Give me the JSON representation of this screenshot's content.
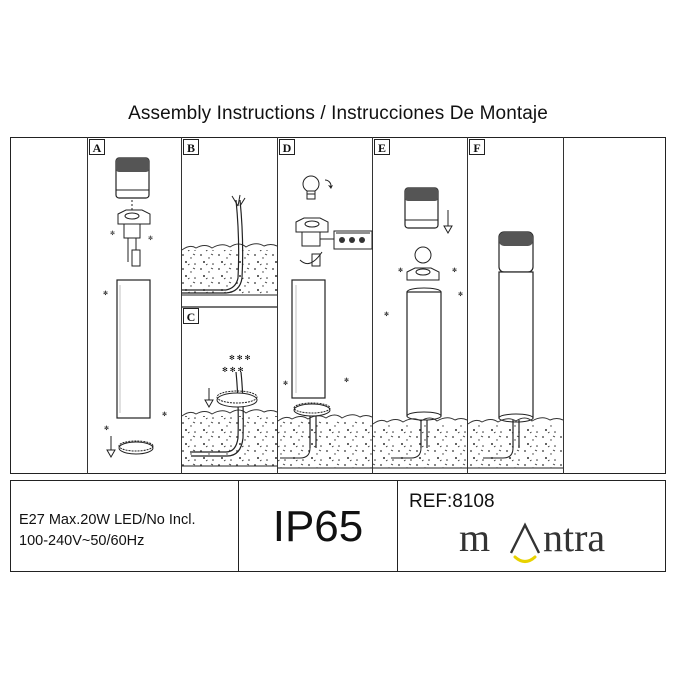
{
  "header": {
    "title": "Assembly Instructions / Instrucciones De Montaje"
  },
  "steps": [
    {
      "label": "A",
      "icon": "assembly-step-a-icon"
    },
    {
      "label": "B",
      "icon": "assembly-step-b-icon"
    },
    {
      "label": "C",
      "icon": "assembly-step-c-icon"
    },
    {
      "label": "D",
      "icon": "assembly-step-d-icon"
    },
    {
      "label": "E",
      "icon": "assembly-step-e-icon"
    },
    {
      "label": "F",
      "icon": "assembly-step-f-icon"
    }
  ],
  "specs": {
    "line1": "E27 Max.20W LED/No Incl.",
    "line2": "100-240V~50/60Hz"
  },
  "rating": {
    "ip": "IP65"
  },
  "product": {
    "ref": "REF:8108"
  },
  "brand": {
    "logo_text": "mantra",
    "accent_color": "#e8d200",
    "text_color": "#333333"
  }
}
